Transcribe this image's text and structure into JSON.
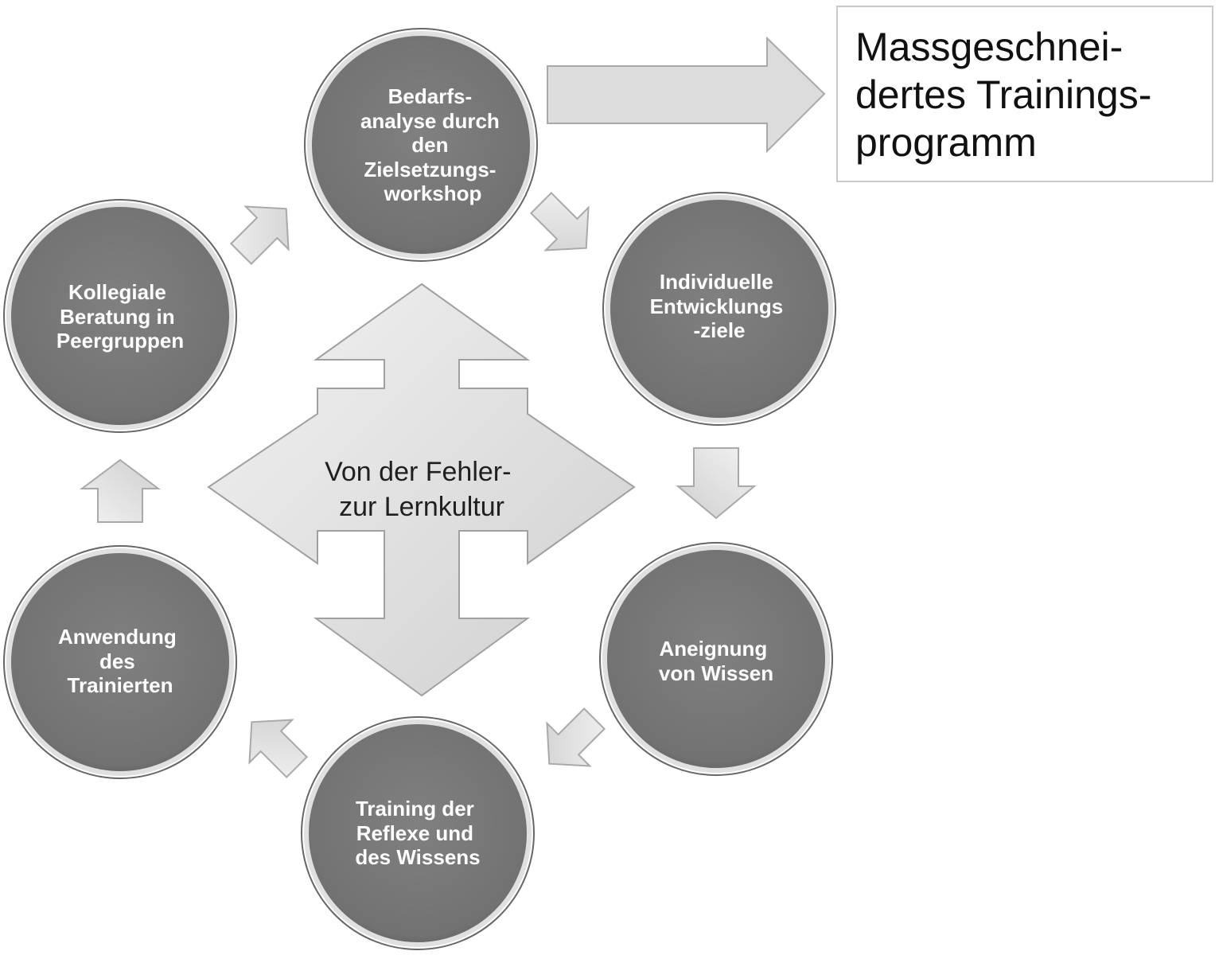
{
  "center": {
    "lines": [
      "Von der Fehler-",
      "zur Lernkultur"
    ]
  },
  "result": {
    "lines": [
      "Massgeschnei-",
      "dertes Trainings-",
      "programm"
    ]
  },
  "nodes": [
    {
      "id": "bedarfsanalyse",
      "lines": [
        "Bedarfs-",
        "analyse durch",
        "den",
        "Zielsetzungs-",
        "workshop"
      ]
    },
    {
      "id": "entwicklungsziele",
      "lines": [
        "Individuelle",
        "Entwicklungs",
        "-ziele"
      ]
    },
    {
      "id": "aneignung",
      "lines": [
        "Aneignung",
        "von Wissen"
      ]
    },
    {
      "id": "training",
      "lines": [
        "Training der",
        "Reflexe und",
        "des Wissens"
      ]
    },
    {
      "id": "anwendung",
      "lines": [
        "Anwendung",
        "des",
        "Trainierten"
      ]
    },
    {
      "id": "kollegiale-beratung",
      "lines": [
        "Kollegiale",
        "Beratung in",
        "Peergruppen"
      ]
    }
  ],
  "colors": {
    "node_fill": "#7b7b7b",
    "node_text": "#ffffff",
    "arrow_fill": "#dcdcdc",
    "arrow_stroke": "#a9a9a9"
  }
}
